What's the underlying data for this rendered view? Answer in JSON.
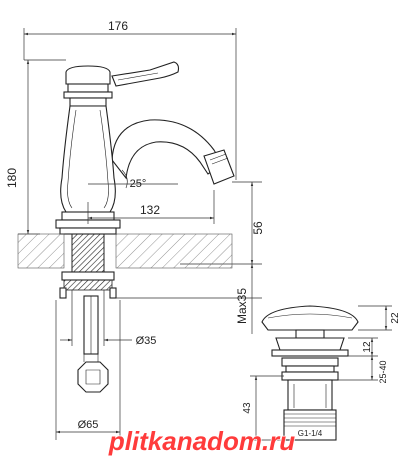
{
  "dimensions": {
    "width_total": "176",
    "height_total": "180",
    "spout_reach": "132",
    "spout_angle": "25°",
    "mount_height": "56",
    "max_counter": "Max35",
    "hole_diameter": "Ø35",
    "base_diameter": "Ø65"
  },
  "drain_dimensions": {
    "cap_height": "22",
    "flange_height": "12",
    "adjust_range": "25-40",
    "body_height": "43",
    "thread": "G1-1/4"
  },
  "watermark": "plitkanadom.ru",
  "colors": {
    "line": "#222222",
    "watermark": "#ff3b3b",
    "background": "#ffffff"
  }
}
